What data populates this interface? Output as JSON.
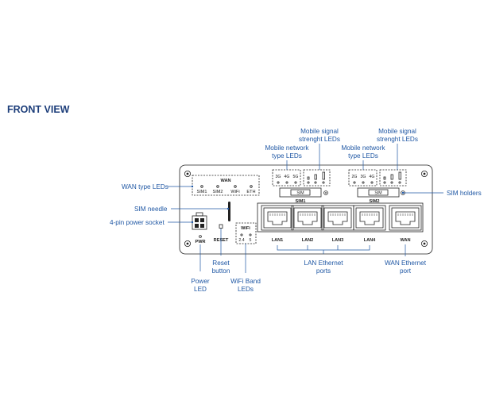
{
  "title": "FRONT VIEW",
  "callouts": {
    "wan_type_leds": "WAN type LEDs",
    "sim_needle": "SIM needle",
    "power_socket": "4-pin power socket",
    "reset_line1": "Reset",
    "reset_line2": "button",
    "power_led_line1": "Power",
    "power_led_line2": "LED",
    "wifi_band_line1": "WiFi Band",
    "wifi_band_line2": "LEDs",
    "lan_ports_line1": "LAN Ethernet",
    "lan_ports_line2": "ports",
    "wan_port_line1": "WAN Ethernet",
    "wan_port_line2": "port",
    "sim_holders": "SIM holders",
    "net_type_1_line1": "Mobile network",
    "net_type_1_line2": "type LEDs",
    "signal_1_line1": "Mobile signal",
    "signal_1_line2": "strenght LEDs",
    "net_type_2_line1": "Mobile network",
    "net_type_2_line2": "type LEDs",
    "signal_2_line1": "Mobile signal",
    "signal_2_line2": "strenght LEDs"
  },
  "panel": {
    "wan_header": "WAN",
    "wan_leds": [
      "SIM1",
      "SIM2",
      "WiFi",
      "ETH"
    ],
    "sim1_net_types": [
      "3G",
      "4G",
      "5G"
    ],
    "sim2_net_types": [
      "2G",
      "3G",
      "4G"
    ],
    "sim_slot_label": "SIM",
    "sim1_label": "SIM1",
    "sim2_label": "SIM2",
    "pwr": "PWR",
    "reset": "RESET",
    "wifi": "WiFi",
    "wifi_bands": [
      "2.4",
      "5"
    ],
    "lan_ports": [
      "LAN1",
      "LAN2",
      "LAN3",
      "LAN4"
    ],
    "wan_port": "WAN"
  },
  "colors": {
    "callout": "#1f57a4",
    "title": "#1d3e7a",
    "device": "#222222"
  }
}
